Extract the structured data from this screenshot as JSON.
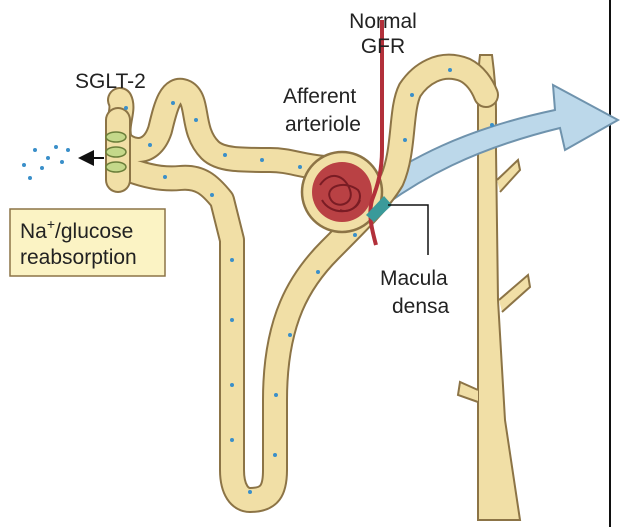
{
  "labels": {
    "sglt2": "SGLT-2",
    "normal_gfr_line1": "Normal",
    "normal_gfr_line2": "GFR",
    "afferent_line1": "Afferent",
    "afferent_line2": "arteriole",
    "macula_line1": "Macula",
    "macula_line2": "densa",
    "box_line1_prefix": "Na",
    "box_line1_sup": "+",
    "box_line1_suffix": "/glucose",
    "box_line2": "reabsorption"
  },
  "colors": {
    "tubule_fill": "#f1dfa6",
    "tubule_stroke": "#8c7446",
    "blood_vessel": "#b2303a",
    "arrow_fill": "#bcd8ea",
    "dots": "#3a8fc9",
    "transporter": "#c4d88a",
    "macula_densa": "#3a9a9a",
    "label_box": "#fbf3c4"
  },
  "icons": {
    "na_glucose_particles": "scattered-dots-icon",
    "reabsorption_arrow": "left-arrow-icon"
  }
}
